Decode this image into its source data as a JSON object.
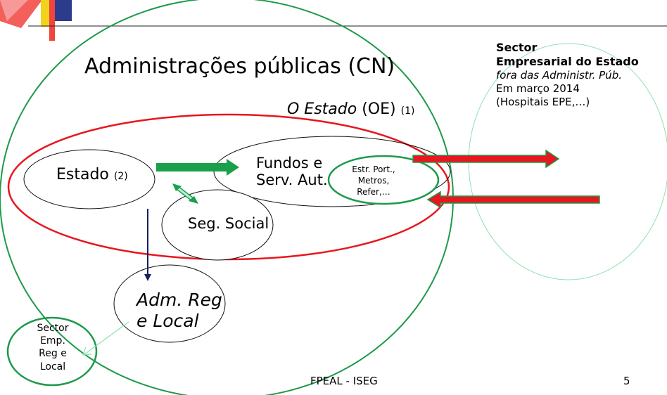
{
  "title": "Administrações públicas (CN)",
  "estado_oe": {
    "italic": "O Estado",
    "plain": " (OE)",
    "note": "(1)"
  },
  "estado": {
    "label": "Estado",
    "note": "(2)"
  },
  "fundos": {
    "line1": "Fundos e",
    "line2": "Serv. Aut."
  },
  "estr": {
    "line1": "Estr. Port.,",
    "line2": "Metros,",
    "line3": "Refer,…"
  },
  "seg_social": "Seg. Social",
  "adm_reg": {
    "line1": "Adm. Reg",
    "line2": "e Local"
  },
  "sector_emp_reg": {
    "line1": "Sector",
    "line2": "Emp.",
    "line3": "Reg e",
    "line4": "Local"
  },
  "sector_empresarial": {
    "line1": "Sector",
    "line2": "Empresarial do Estado",
    "line3": "fora das Administr. Púb.",
    "line4": "Em março 2014",
    "line5": "(Hospitais EPE,…)"
  },
  "footer": "FPEAL - ISEG",
  "page_number": "5",
  "colors": {
    "green": "#1e9a4b",
    "red": "#e8161e",
    "arrow_green": "#1aa04a",
    "navy": "#1a1f5c",
    "light_green": "#8fe0b2",
    "corner_red": "#f0443c",
    "corner_yellow": "#f3d21c",
    "corner_blue": "#2b3c8c"
  }
}
